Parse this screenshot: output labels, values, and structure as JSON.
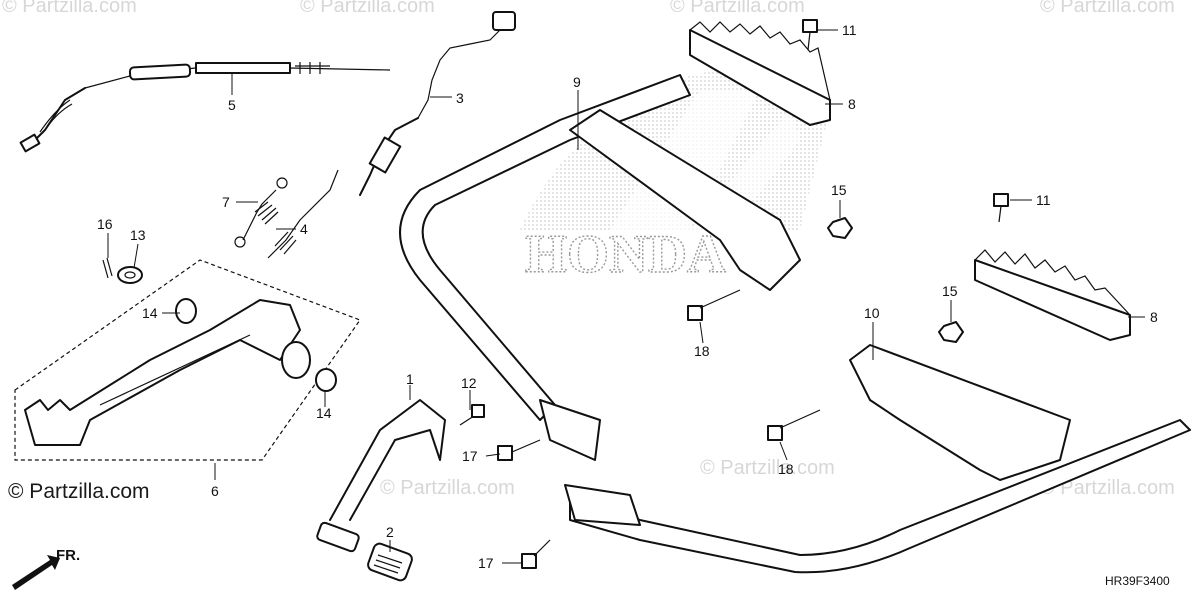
{
  "diagram": {
    "drawing_code": "HR39F3400",
    "watermark_primary": "© Partzilla.com",
    "watermark_repeat": "© Partzilla.com",
    "logo_text": "HONDA",
    "front_indicator": "FR.",
    "callouts": [
      {
        "id": "c1",
        "label": "1"
      },
      {
        "id": "c2",
        "label": "2"
      },
      {
        "id": "c3",
        "label": "3"
      },
      {
        "id": "c4",
        "label": "4"
      },
      {
        "id": "c5",
        "label": "5"
      },
      {
        "id": "c6",
        "label": "6"
      },
      {
        "id": "c7",
        "label": "7"
      },
      {
        "id": "c8a",
        "label": "8"
      },
      {
        "id": "c8b",
        "label": "8"
      },
      {
        "id": "c9",
        "label": "9"
      },
      {
        "id": "c10",
        "label": "10"
      },
      {
        "id": "c11a",
        "label": "11"
      },
      {
        "id": "c11b",
        "label": "11"
      },
      {
        "id": "c12",
        "label": "12"
      },
      {
        "id": "c13",
        "label": "13"
      },
      {
        "id": "c14a",
        "label": "14"
      },
      {
        "id": "c14b",
        "label": "14"
      },
      {
        "id": "c15a",
        "label": "15"
      },
      {
        "id": "c15b",
        "label": "15"
      },
      {
        "id": "c16",
        "label": "16"
      },
      {
        "id": "c17a",
        "label": "17"
      },
      {
        "id": "c17b",
        "label": "17"
      },
      {
        "id": "c18a",
        "label": "18"
      },
      {
        "id": "c18b",
        "label": "18"
      }
    ]
  }
}
